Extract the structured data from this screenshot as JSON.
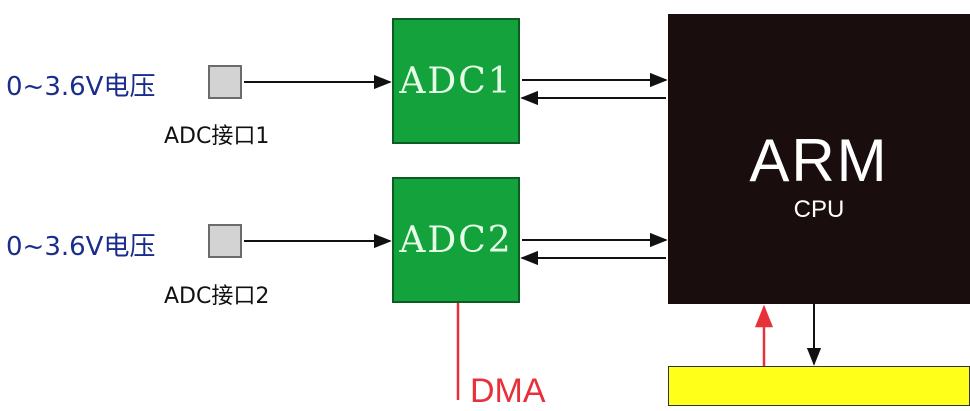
{
  "inputs": [
    {
      "voltage": "0~3.6V电压",
      "port": "ADC接口1"
    },
    {
      "voltage": "0~3.6V电压",
      "port": "ADC接口2"
    }
  ],
  "adcs": [
    {
      "label": "ADC1"
    },
    {
      "label": "ADC2"
    }
  ],
  "cpu": {
    "title": "ARM",
    "subtitle": "CPU"
  },
  "dma": {
    "label": "DMA"
  },
  "colors": {
    "adc_fill": "#13a23c",
    "cpu_fill": "#1a0d0d",
    "memory_fill": "#ffff19",
    "dma_line": "#e8303a",
    "voltage_text": "#1a2d8c"
  }
}
